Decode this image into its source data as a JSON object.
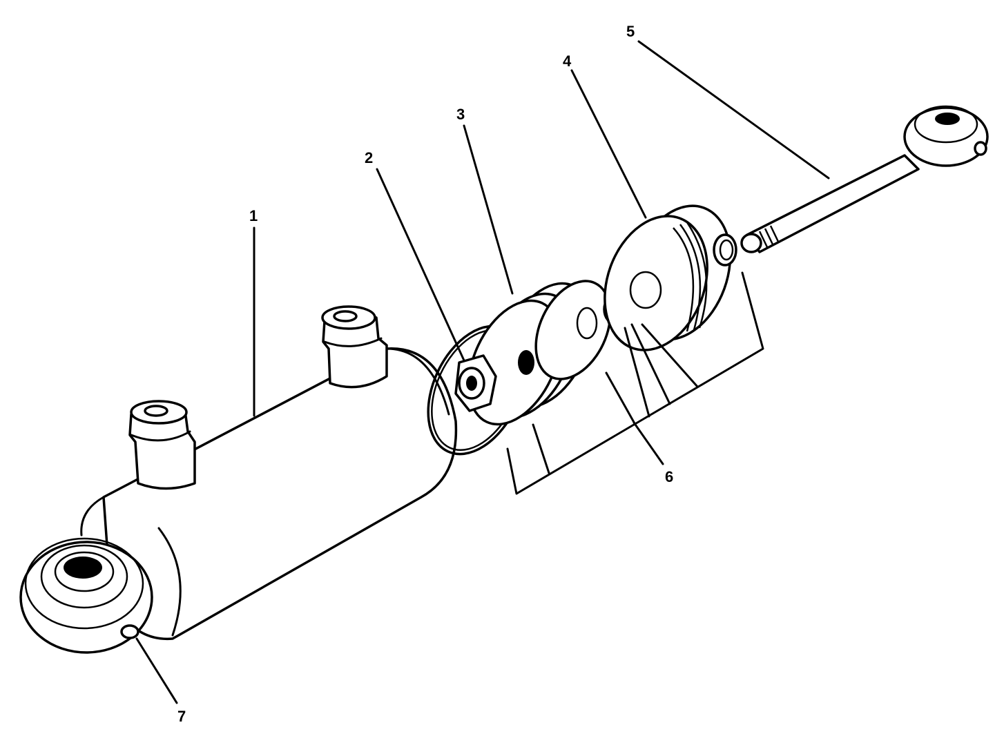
{
  "diagram": {
    "type": "exploded-view",
    "callouts": [
      {
        "id": "1",
        "label": "1"
      },
      {
        "id": "2",
        "label": "2"
      },
      {
        "id": "3",
        "label": "3"
      },
      {
        "id": "4",
        "label": "4"
      },
      {
        "id": "5",
        "label": "5"
      },
      {
        "id": "6",
        "label": "6"
      },
      {
        "id": "7",
        "label": "7"
      }
    ],
    "line_color": "#000000",
    "background": "#ffffff"
  }
}
